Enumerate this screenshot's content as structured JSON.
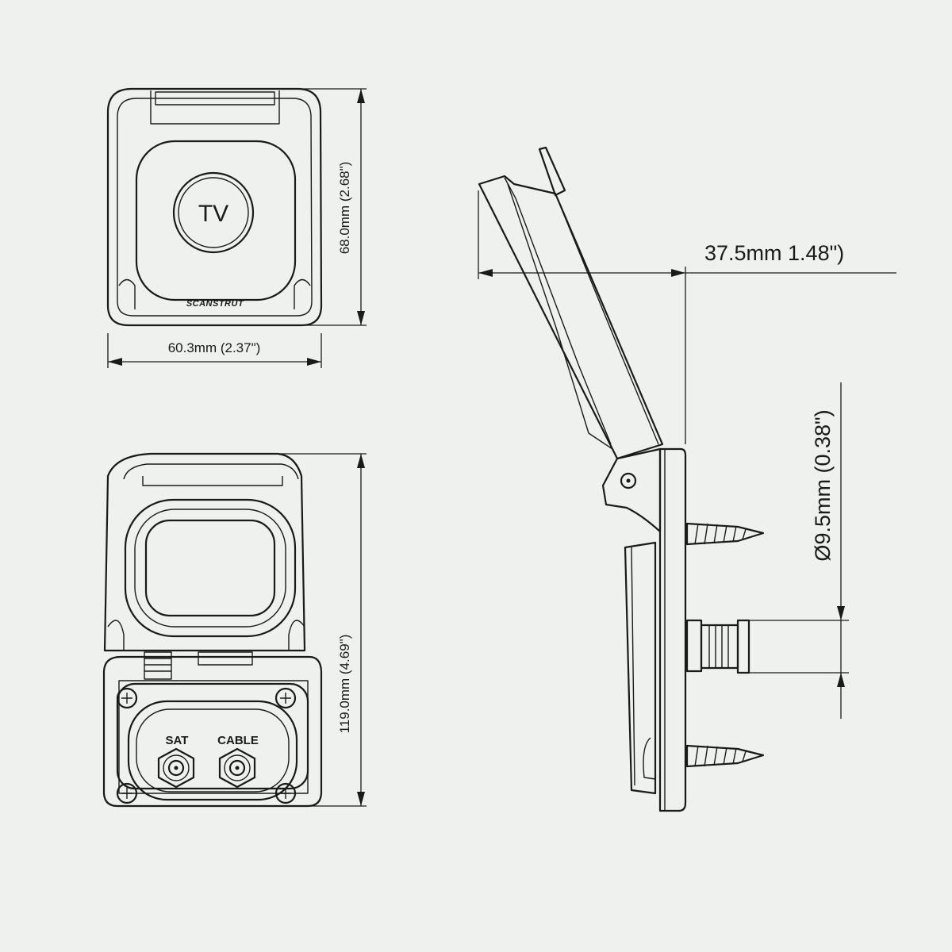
{
  "front_view": {
    "tv_label": "TV",
    "brand": "SCANSTRUT",
    "width_dim": "60.3mm (2.37\")",
    "height_dim": "68.0mm (2.68\")"
  },
  "open_view": {
    "port_left": "SAT",
    "port_right": "CABLE",
    "height_dim": "119.0mm (4.69\")"
  },
  "side_view": {
    "depth_dim": "37.5mm 1.48\")",
    "diameter_dim": "Ø9.5mm (0.38\")"
  },
  "colors": {
    "background": "#eef1ee",
    "line": "#1a1a1a"
  }
}
